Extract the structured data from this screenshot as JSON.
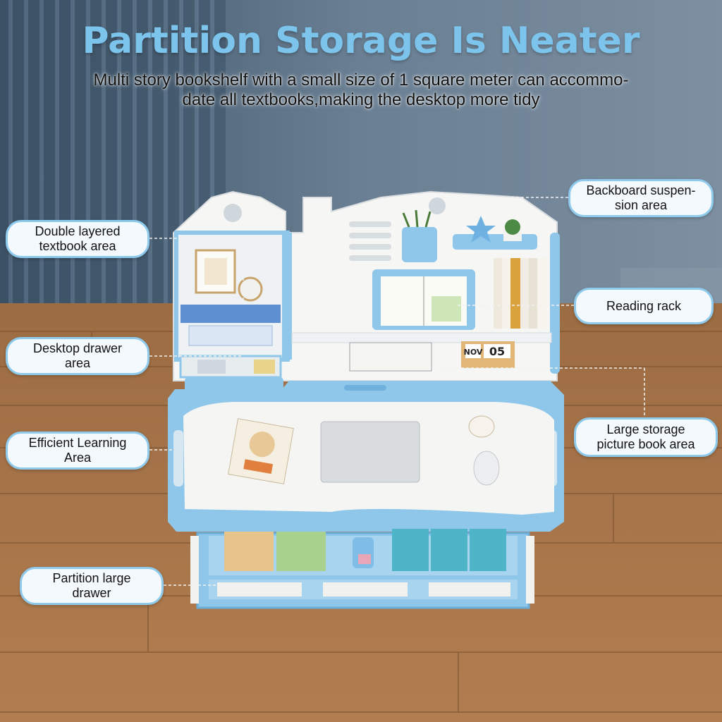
{
  "headline": "Partition Storage Is Neater",
  "subtitle": {
    "line1": "Multi story bookshelf with a small size of 1 square meter can accommo-",
    "line2": "date all textbooks,making the desktop more tidy"
  },
  "callouts": {
    "double_layered": [
      "Double layered",
      "textbook area"
    ],
    "desktop_drawer": [
      "Desktop drawer",
      "area"
    ],
    "efficient_learning": [
      "Efficient Learning",
      "Area"
    ],
    "partition_drawer": [
      "Partition large",
      "drawer"
    ],
    "backboard": [
      "Backboard suspen-",
      "sion area"
    ],
    "reading_rack": [
      "Reading rack"
    ],
    "picture_book": [
      "Large storage",
      "picture book area"
    ]
  },
  "calendar": {
    "month": "NOV",
    "day": "05"
  },
  "colors": {
    "accent_blue": "#8ecaec",
    "headline_blue": "#7cc4ec",
    "desk_blue": "#8fc7ea",
    "wall": "#5e7488",
    "floor": "#a9774a"
  }
}
